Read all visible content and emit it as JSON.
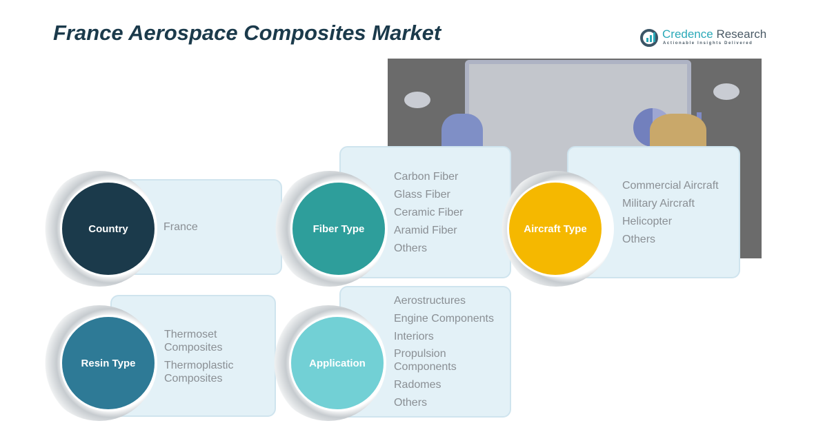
{
  "title": "France Aerospace Composites Market",
  "logo": {
    "name_a": "Credence",
    "name_b": " Research",
    "tagline": "Actionable Insights Delivered"
  },
  "segments": [
    {
      "label": "Country",
      "color": "#1b3a4b",
      "items": [
        "France"
      ]
    },
    {
      "label": "Fiber Type",
      "color": "#2e9e9b",
      "items": [
        "Carbon Fiber",
        "Glass Fiber",
        "Ceramic Fiber",
        "Aramid Fiber",
        "Others"
      ]
    },
    {
      "label": "Aircraft Type",
      "color": "#f5b800",
      "items": [
        "Commercial Aircraft",
        "Military Aircraft",
        "Helicopter",
        "Others"
      ]
    },
    {
      "label": "Resin Type",
      "color": "#2e7a96",
      "items": [
        "Thermoset Composites",
        "Thermoplastic Composites"
      ]
    },
    {
      "label": "Application",
      "color": "#72d0d5",
      "items": [
        "Aerostructures",
        "Engine Components",
        "Interiors",
        "Propulsion Components",
        "Radomes",
        "Others"
      ]
    }
  ]
}
